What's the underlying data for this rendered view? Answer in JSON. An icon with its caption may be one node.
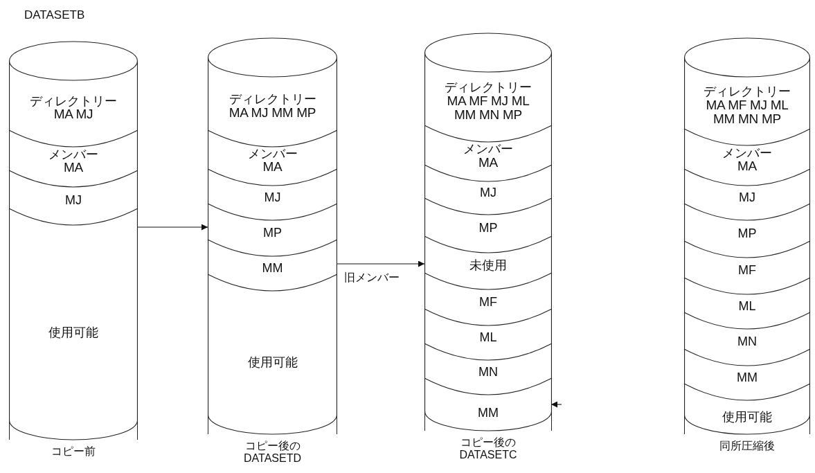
{
  "diagram": {
    "title": "DATASETB",
    "nodes": [
      {
        "text": [],
        "shape": "cylinder",
        "beside": [
          "コピー前"
        ]
      },
      {
        "text": [
          "ディレクトリー",
          "MA MJ"
        ],
        "in": 0
      },
      {
        "text": [
          "メンバー",
          "MA"
        ],
        "in": 0
      },
      {
        "text": [
          "MJ"
        ],
        "in": 0
      },
      {
        "text": [
          "使用可能"
        ],
        "in": 0
      },
      {
        "text": [],
        "shape": "cylinder",
        "beside": [
          "コピー後の DATASETD"
        ]
      },
      {
        "text": [
          "ディレクトリー",
          "MA MJ MM MP"
        ],
        "in": 5
      },
      {
        "text": [
          "メンバー",
          "MA"
        ],
        "in": 5
      },
      {
        "text": [
          "MJ"
        ],
        "in": 5
      },
      {
        "text": [
          "MP"
        ],
        "in": 5
      },
      {
        "text": [
          "MM"
        ],
        "in": 5
      },
      {
        "text": [
          "使用可能"
        ],
        "in": 5
      },
      {
        "text": [],
        "shape": "cylinder",
        "beside": [
          "コピー後の DATASETC"
        ]
      },
      {
        "text": [
          "ディレクトリー",
          "MA MF MJ ML MM MN MP"
        ],
        "in": 12
      },
      {
        "text": [
          "メンバー",
          "MA"
        ],
        "in": 12
      },
      {
        "text": [
          "MJ"
        ],
        "in": 12
      },
      {
        "text": [
          "MP"
        ],
        "in": 12
      },
      {
        "text": [
          "未使用"
        ],
        "in": 12
      },
      {
        "text": [
          "MF"
        ],
        "in": 12
      },
      {
        "text": [
          "ML"
        ],
        "in": 12
      },
      {
        "text": [
          "MN"
        ],
        "in": 12
      },
      {
        "text": [
          "MM"
        ],
        "in": 12
      },
      {
        "text": [],
        "shape": "cylinder",
        "beside": [
          "同所圧縮後"
        ]
      },
      {
        "text": [
          "ディレクトリー",
          "MA MF MJ ML MM MN MP"
        ],
        "in": 22
      },
      {
        "text": [
          "メンバー",
          "MA"
        ],
        "in": 22
      },
      {
        "text": [
          "MJ"
        ],
        "in": 22
      },
      {
        "text": [
          "MP"
        ],
        "in": 22
      },
      {
        "text": [
          "MF"
        ],
        "in": 22
      },
      {
        "text": [
          "ML"
        ],
        "in": 22
      },
      {
        "text": [
          "MN"
        ],
        "in": 22
      },
      {
        "text": [
          "MM"
        ],
        "in": 22
      },
      {
        "text": [
          "使用可能"
        ],
        "in": 22
      }
    ],
    "edges": [
      {
        "from": 0,
        "to": 5,
        "arrow": "to"
      },
      {
        "from": 10,
        "to": 17,
        "arrow": "to",
        "label": "旧メンバー"
      },
      {
        "from": null,
        "to": 21,
        "arrow": "to"
      }
    ]
  }
}
